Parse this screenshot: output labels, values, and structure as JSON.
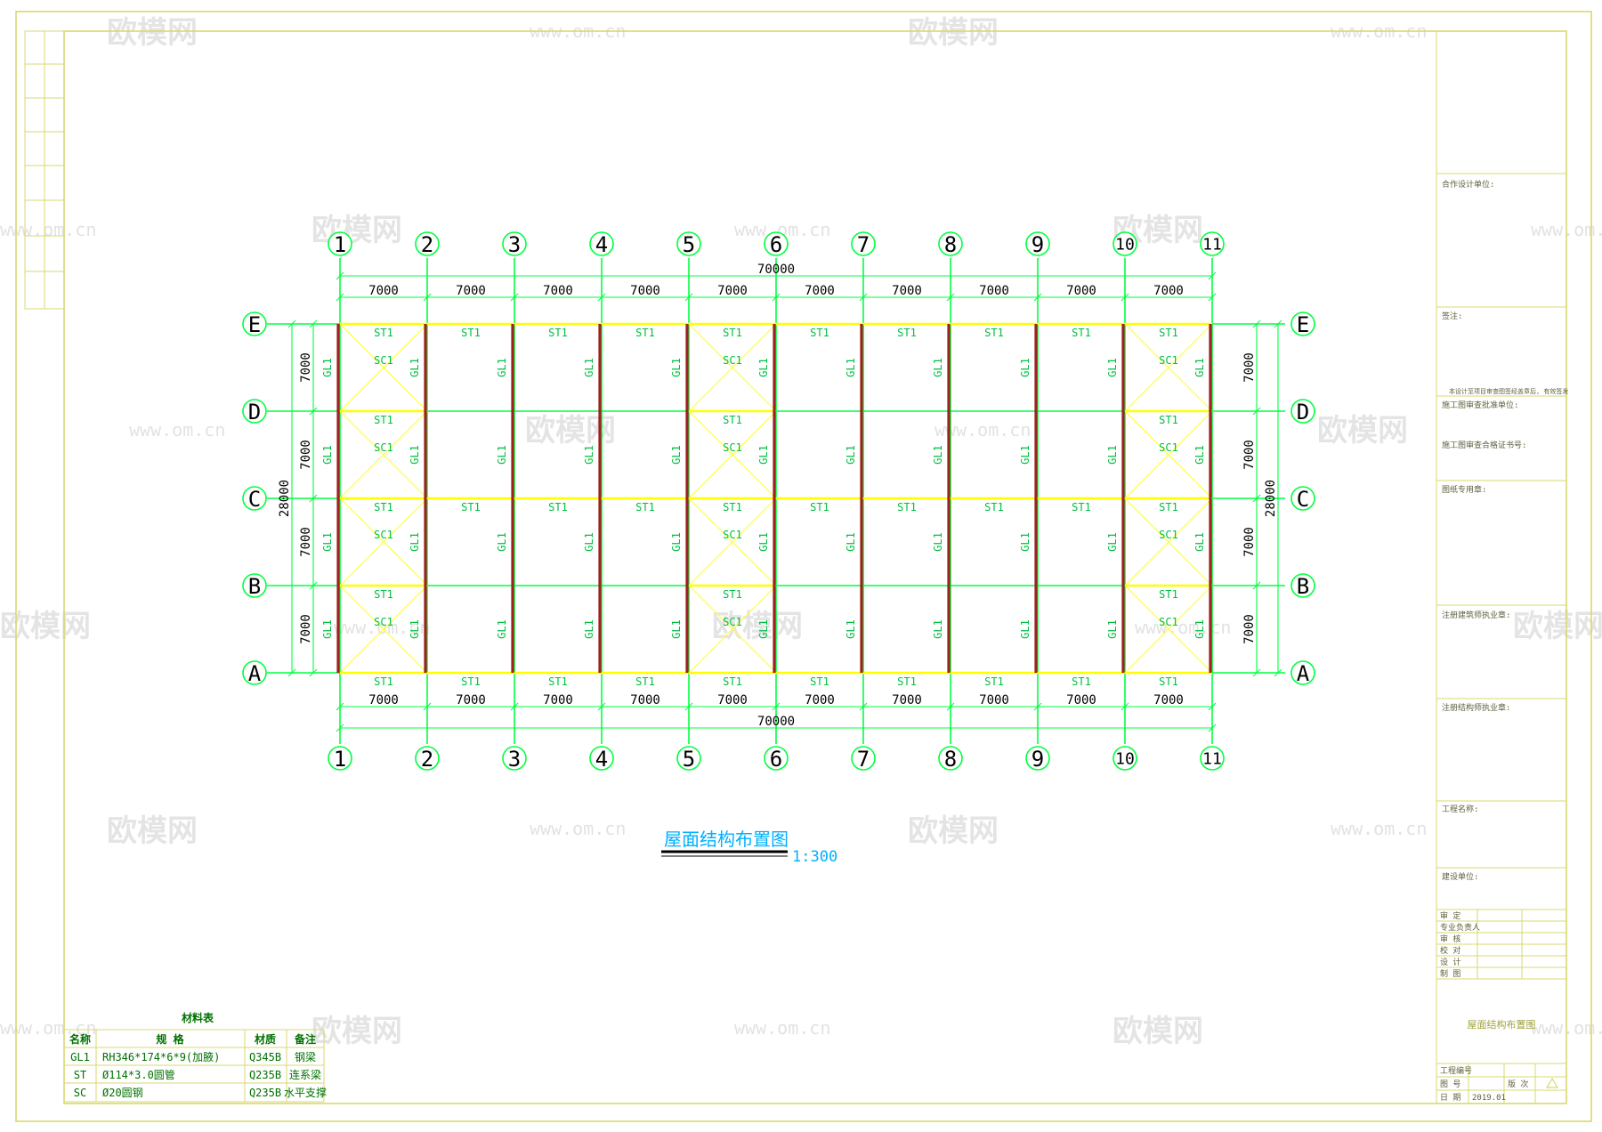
{
  "drawing": {
    "title": "屋面结构布置图",
    "scale": "1:300",
    "total_length": "70000",
    "total_width": "28000",
    "bay_length": "7000",
    "bay_width": "7000",
    "col_axes": [
      "1",
      "2",
      "3",
      "4",
      "5",
      "6",
      "7",
      "8",
      "9",
      "10",
      "11"
    ],
    "row_axes": [
      "E",
      "D",
      "C",
      "B",
      "A"
    ],
    "beam_label": "GL1",
    "strut_label": "ST1",
    "brace_label": "SC1",
    "braced_bays": [
      0,
      4,
      9
    ]
  },
  "watermark": {
    "brand": "欧模网",
    "url": "www.om.cn"
  },
  "materials": {
    "title": "材料表",
    "headers": [
      "名称",
      "规 格",
      "材质",
      "备注"
    ],
    "rows": [
      [
        "GL1",
        "RH346*174*6*9(加腋)",
        "Q345B",
        "钢梁"
      ],
      [
        "ST",
        "Ø114*3.0圆管",
        "Q235B",
        "连系梁"
      ],
      [
        "SC",
        "Ø20圆钢",
        "Q235B",
        "水平支撑"
      ]
    ]
  },
  "title_block": {
    "coop_unit": "合作设计单位:",
    "seal": "签注:",
    "notice": "本设计至项目审查图签经盖章后, 有效签发",
    "review": "施工图审查批准单位:",
    "review_cert": "施工图审查合格证书号:",
    "drawing_use": "图纸专用章:",
    "arch_reg": "注册建筑师执业章:",
    "struct_reg": "注册结构师执业章:",
    "project": "工程名称:",
    "client": "建设单位:",
    "roles": [
      "审 定",
      "专业负责人",
      "审 核",
      "校 对",
      "设 计",
      "制 图"
    ],
    "sheet_name": "屋面结构布置图",
    "footer": [
      "工程编号",
      "图 号",
      "日 期"
    ],
    "footer_vals": [
      "版 次",
      "2019.01"
    ]
  }
}
